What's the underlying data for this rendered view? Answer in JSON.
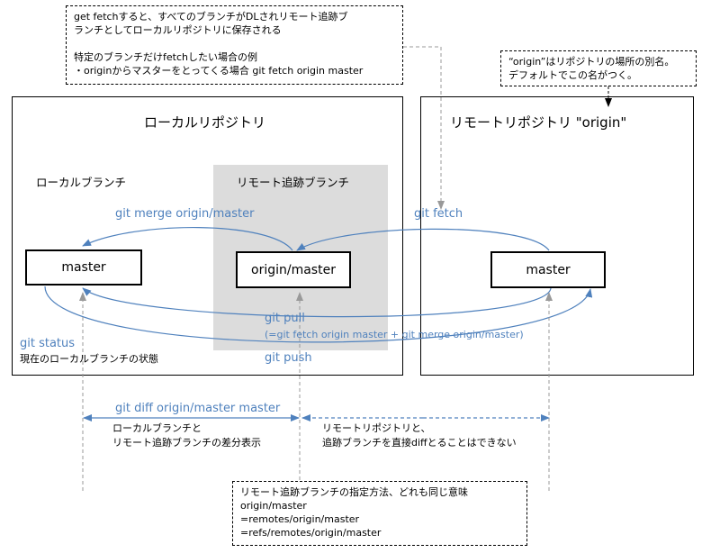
{
  "notes": {
    "fetch_note": [
      "get fetchすると、すべてのブランチがDLされリモート追跡ブ",
      "ランチとしてローカルリポジトリに保存される",
      "",
      "特定のブランチだけfetchしたい場合の例",
      "・originからマスターをとってくる場合  git fetch origin master"
    ],
    "origin_note": [
      "“origin”はリポジトリの場所の別名。",
      "デフォルトでこの名がつく。"
    ],
    "refs_note": [
      "リモート追跡ブランチの指定方法、どれも同じ意味",
      "  origin/master",
      "  =remotes/origin/master",
      "  =refs/remotes/origin/master"
    ]
  },
  "panels": {
    "local_title": "ローカルリポジトリ",
    "remote_title": "リモートリポジトリ \"origin\"",
    "local_branch_label": "ローカルブランチ",
    "tracking_branch_label": "リモート追跡ブランチ"
  },
  "nodes": {
    "local_master": "master",
    "tracking_master": "origin/master",
    "remote_master": "master"
  },
  "commands": {
    "merge": "git merge origin/master",
    "fetch": "git fetch",
    "pull": "git pull",
    "pull_detail": "(=git fetch origin master + git merge origin/master)",
    "push": "git push",
    "status": "git status",
    "status_desc": "現在のローカルブランチの状態",
    "diff": "git diff origin/master master",
    "diff_desc_1": "ローカルブランチと",
    "diff_desc_2": "リモート追跡ブランチの差分表示",
    "nodiff_desc_1": "リモートリポジトリと、",
    "nodiff_desc_2": "追跡ブランチを直接diffとることはできない"
  },
  "colors": {
    "arrow_blue": "#4f81bd",
    "shade_gray": "#dcdcdc",
    "dash_gray": "#999999"
  }
}
